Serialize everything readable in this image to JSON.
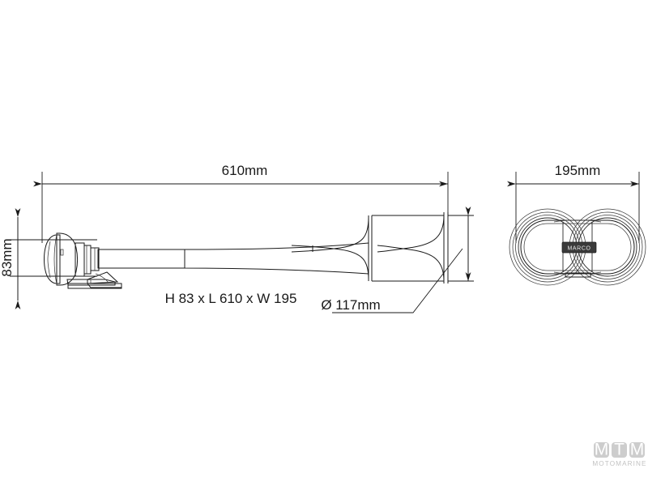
{
  "document": {
    "type": "technical-dimension-drawing",
    "subject": "marine air horn",
    "background_color": "#ffffff",
    "line_color": "#1a1a1a"
  },
  "dimensions": {
    "length": {
      "label": "610mm",
      "value": 610,
      "unit": "mm",
      "axis": "horizontal"
    },
    "height": {
      "label": "83mm",
      "value": 83,
      "unit": "mm",
      "axis": "vertical"
    },
    "width": {
      "label": "195mm",
      "value": 195,
      "unit": "mm",
      "axis": "horizontal"
    },
    "bell_diameter": {
      "label": "Ø 117mm",
      "value": 117,
      "unit": "mm",
      "symbol": "Ø"
    }
  },
  "spec_line": {
    "text": "H 83 x L 610 x W 195"
  },
  "views": {
    "side": {
      "name": "side-elevation-view"
    },
    "front": {
      "name": "front-elevation-view"
    }
  },
  "product_badge": {
    "text": "MARCO",
    "background_color": "#3a3a3a",
    "text_color": "#e8e8e8"
  },
  "watermark": {
    "letters": [
      "M",
      "T",
      "M"
    ],
    "wordmark": "MOTOMARINE",
    "box_color": "#c9c9c9",
    "word_color": "#bdbdbd"
  }
}
